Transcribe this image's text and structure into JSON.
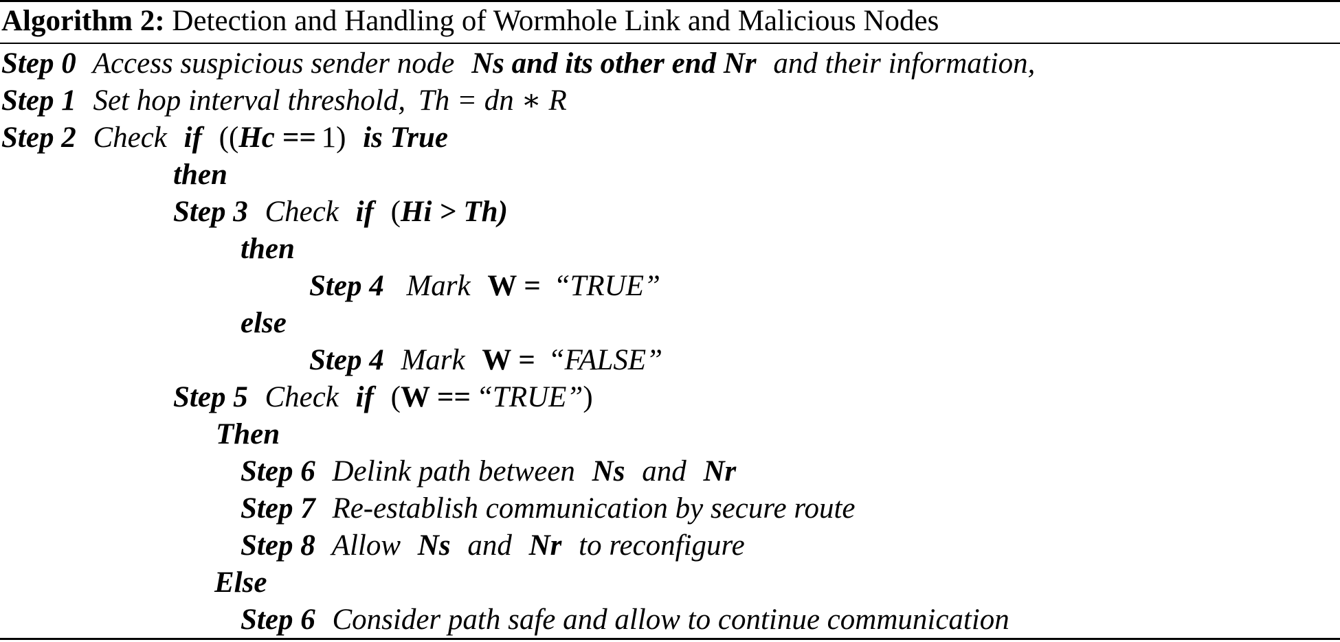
{
  "title": {
    "label": "Algorithm 2:",
    "text": "Detection and Handling of Wormhole Link and Malicious Nodes"
  },
  "lines": {
    "l0": {
      "step": "Step 0",
      "t1": "Access suspicious sender node",
      "t2": "Ns and its other end Nr",
      "t3": "and their information,"
    },
    "l1": {
      "step": "Step 1",
      "t1": "Set hop interval threshold,",
      "t2": "Th = dn ∗ R"
    },
    "l2": {
      "step": "Step 2",
      "t1": "Check",
      "kw": "if",
      "t2": "((",
      "t3": "Hc ==",
      "t4": "1)",
      "t5": "is True"
    },
    "l3": {
      "kw": "then"
    },
    "l4": {
      "step": "Step 3",
      "t1": "Check",
      "kw": "if",
      "t2": "(",
      "t3": "Hi > Th)"
    },
    "l5": {
      "kw": "then"
    },
    "l6": {
      "step": "Step 4",
      "t1": "Mark",
      "t2": "W =",
      "t3": "“TRUE”"
    },
    "l7": {
      "kw": "else"
    },
    "l8": {
      "step": "Step 4",
      "t1": "Mark",
      "t2": "W =",
      "t3": "“FALSE”"
    },
    "l9": {
      "step": "Step 5",
      "t1": "Check",
      "kw": "if",
      "t2": "(",
      "t3": "W ==",
      "t4": "“TRUE”",
      "t5": ")"
    },
    "l10": {
      "kw": "Then"
    },
    "l11": {
      "step": "Step 6",
      "t1": "Delink path between",
      "t2": "Ns",
      "t3": "and",
      "t4": "Nr"
    },
    "l12": {
      "step": "Step 7",
      "t1": "Re-establish communication by secure route"
    },
    "l13": {
      "step": "Step 8",
      "t1": "Allow",
      "t2": "Ns",
      "t3": "and",
      "t4": "Nr",
      "t5": "to reconfigure"
    },
    "l14": {
      "kw": "Else"
    },
    "l15": {
      "step": "Step 6",
      "t1": "Consider path safe and allow to continue communication"
    }
  }
}
